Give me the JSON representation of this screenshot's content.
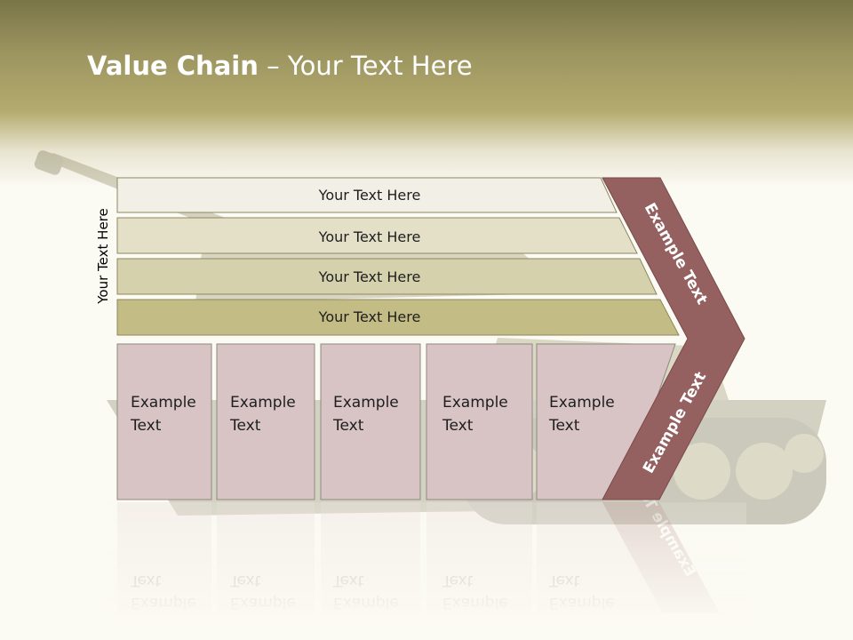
{
  "slide": {
    "title_bold": "Value Chain",
    "title_rest": " – Your Text Here"
  },
  "side_label": "Your Text Here",
  "rows": [
    {
      "label": "Your Text Here",
      "fill": "#f2f0e6"
    },
    {
      "label": "Your Text Here",
      "fill": "#e4e0c8"
    },
    {
      "label": "Your Text Here",
      "fill": "#d6d1ad"
    },
    {
      "label": "Your Text Here",
      "fill": "#c3bc84"
    }
  ],
  "cells": [
    {
      "line1": "Example",
      "line2": "Text"
    },
    {
      "line1": "Example",
      "line2": "Text"
    },
    {
      "line1": "Example",
      "line2": "Text"
    },
    {
      "line1": "Example",
      "line2": "Text"
    },
    {
      "line1": "Example",
      "line2": "Text"
    }
  ],
  "chevron": {
    "top_text": "Example Text",
    "bottom_text": "Example Text",
    "color": "#956060"
  },
  "colors": {
    "cell_fill": "#d8c4c5",
    "header_olive": "#a49d63"
  }
}
